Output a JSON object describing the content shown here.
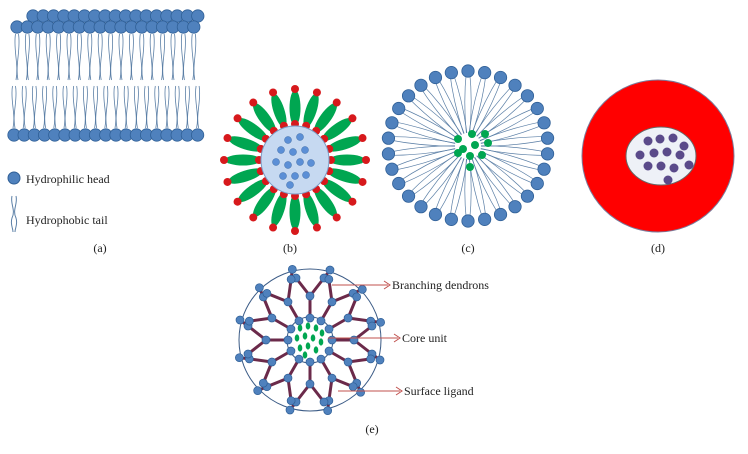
{
  "panels": {
    "a": {
      "caption": "(a)",
      "legend_head": "Hydrophilic head",
      "legend_tail": "Hydrophobic tail"
    },
    "b": {
      "caption": "(b)"
    },
    "c": {
      "caption": "(c)"
    },
    "d": {
      "caption": "(d)"
    },
    "e": {
      "caption": "(e)",
      "label_dendrons": "Branching dendrons",
      "label_core": "Core unit",
      "label_surface": "Surface ligand"
    }
  },
  "colors": {
    "lipid_head": "#4f81bd",
    "lipid_head_stroke": "#2f5f96",
    "tail": "#5b7fa6",
    "micelle_body": "#00a651",
    "micelle_tip": "#d7191c",
    "core_fill": "#c6d9f1",
    "drug_dot": "#5b8fd6",
    "green_cargo": "#00a651",
    "shell_red": "#ff0000",
    "purple_cargo": "#5a4a8a",
    "dendron_link": "#6b2a4a",
    "arrow": "#c0504d"
  }
}
